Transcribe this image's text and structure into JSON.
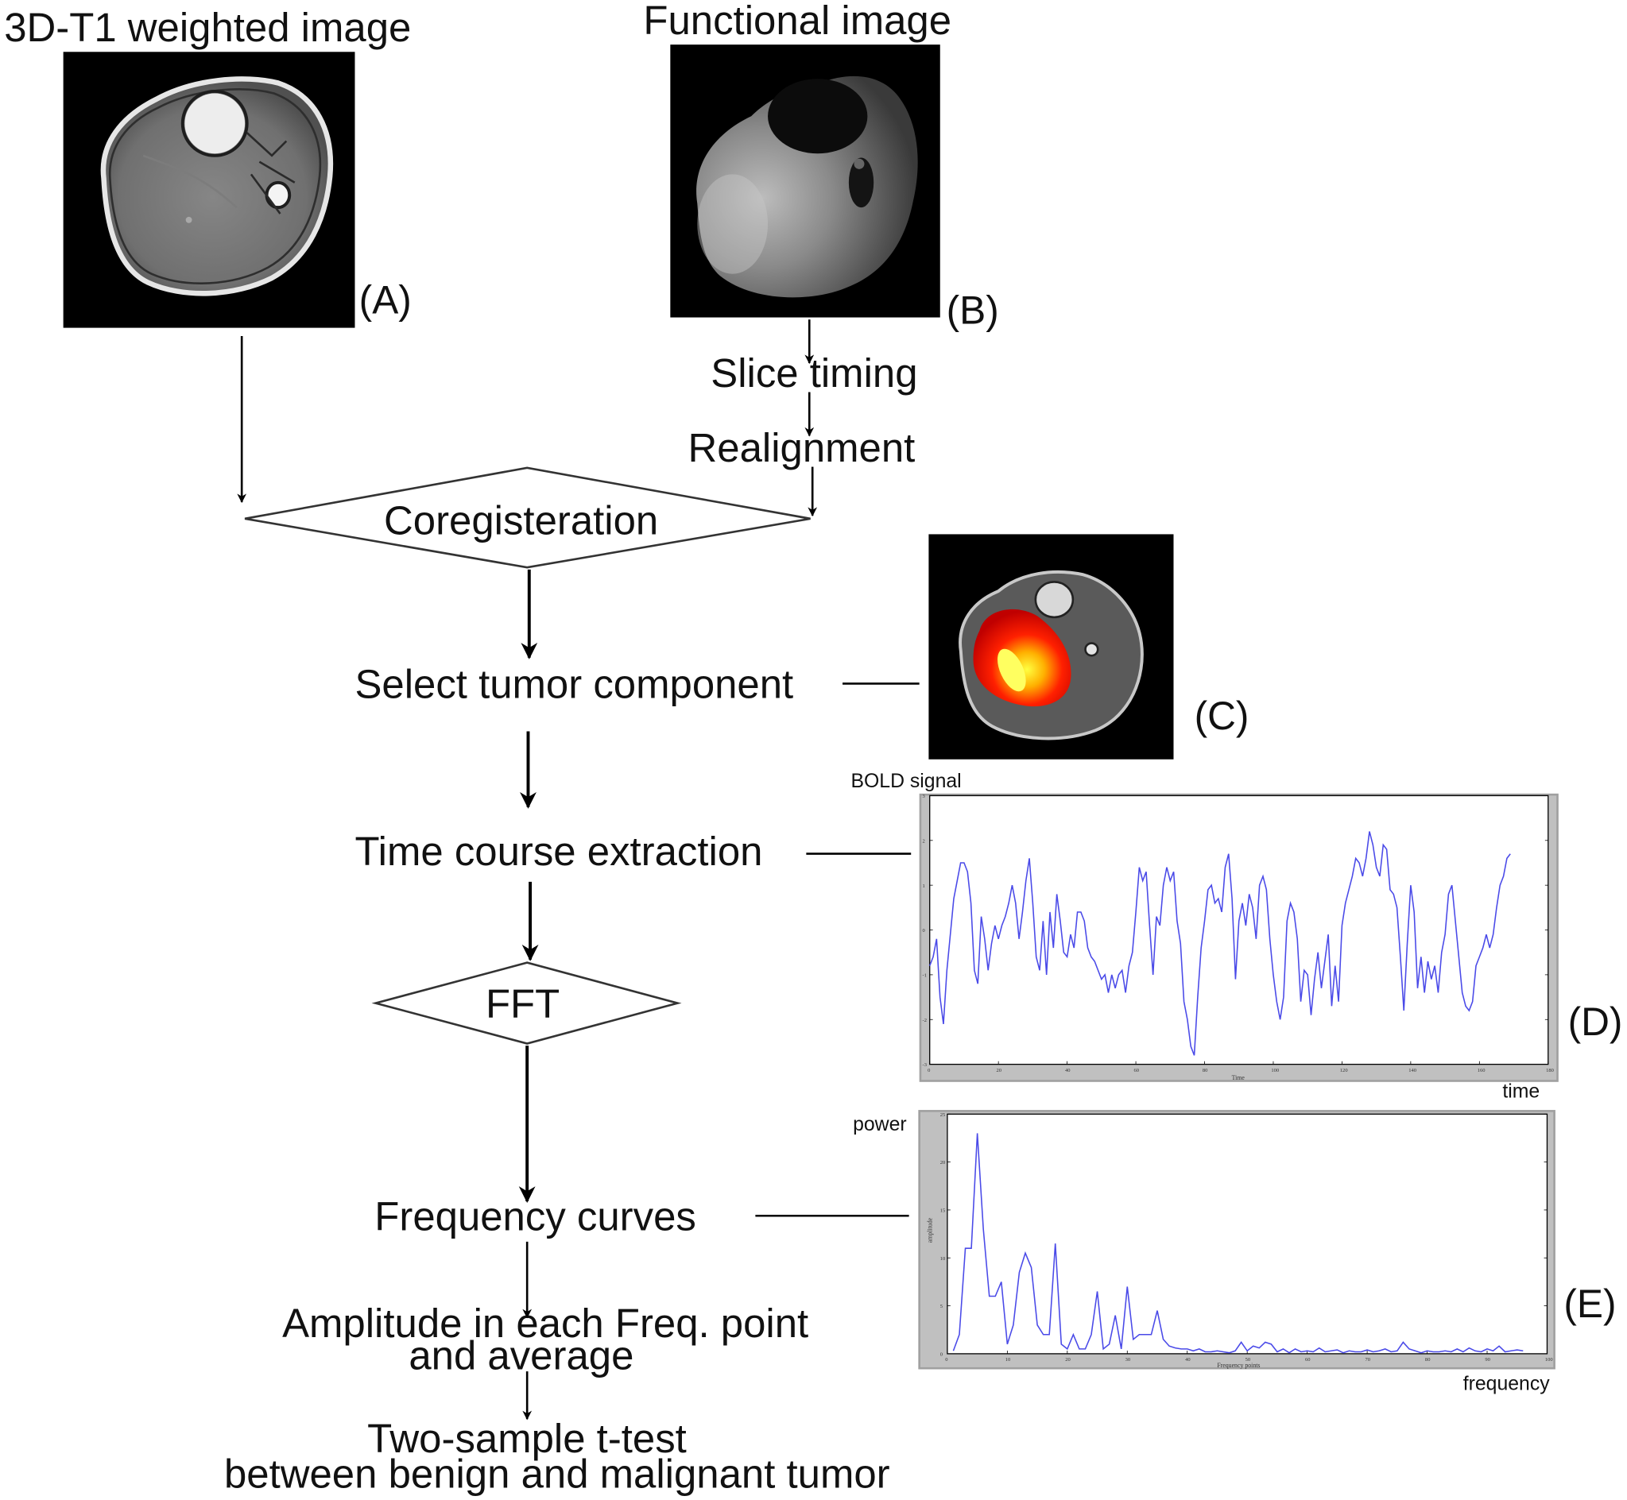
{
  "labels": {
    "t1_title": "3D-T1 weighted image",
    "func_title": "Functional image",
    "panel_a": "(A)",
    "panel_b": "(B)",
    "panel_c": "(C)",
    "panel_d": "(D)",
    "panel_e": "(E)"
  },
  "steps": {
    "slice_timing": "Slice timing",
    "realignment": "Realignment",
    "coregistration": "Coregisteration",
    "select_tumor": "Select tumor component",
    "time_course": "Time course extraction",
    "fft": "FFT",
    "frequency_curves": "Frequency curves",
    "amplitude_line1": "Amplitude in each Freq. point",
    "amplitude_line2": "and average",
    "ttest_line1": "Two-sample t-test",
    "ttest_line2": "between benign and malignant tumor"
  },
  "chart_data": [
    {
      "type": "line",
      "outer_ylabel": "BOLD signal",
      "outer_xlabel": "time",
      "xlabel": "Time",
      "ylabel": "",
      "xlim": [
        0,
        180
      ],
      "ylim": [
        -3,
        3
      ],
      "xticks": [
        0,
        20,
        40,
        60,
        80,
        100,
        120,
        140,
        160,
        180
      ],
      "yticks": [
        3,
        2,
        1,
        0,
        -1,
        -2,
        -3
      ],
      "color": "#4a4ae8",
      "x": [
        0,
        1,
        2,
        3,
        4,
        5,
        6,
        7,
        8,
        9,
        10,
        11,
        12,
        13,
        14,
        15,
        16,
        17,
        18,
        19,
        20,
        21,
        22,
        23,
        24,
        25,
        26,
        27,
        28,
        29,
        30,
        31,
        32,
        33,
        34,
        35,
        36,
        37,
        38,
        39,
        40,
        41,
        42,
        43,
        44,
        45,
        46,
        47,
        48,
        49,
        50,
        51,
        52,
        53,
        54,
        55,
        56,
        57,
        58,
        59,
        60,
        61,
        62,
        63,
        64,
        65,
        66,
        67,
        68,
        69,
        70,
        71,
        72,
        73,
        74,
        75,
        76,
        77,
        78,
        79,
        80,
        81,
        82,
        83,
        84,
        85,
        86,
        87,
        88,
        89,
        90,
        91,
        92,
        93,
        94,
        95,
        96,
        97,
        98,
        99,
        100,
        101,
        102,
        103,
        104,
        105,
        106,
        107,
        108,
        109,
        110,
        111,
        112,
        113,
        114,
        115,
        116,
        117,
        118,
        119,
        120,
        121,
        122,
        123,
        124,
        125,
        126,
        127,
        128,
        129,
        130,
        131,
        132,
        133,
        134,
        135,
        136,
        137,
        138,
        139,
        140,
        141,
        142,
        143,
        144,
        145,
        146,
        147,
        148,
        149,
        150,
        151,
        152,
        153,
        154,
        155,
        156,
        157,
        158,
        159,
        160,
        161,
        162,
        163,
        164,
        165,
        166,
        167,
        168,
        169,
        170,
        171,
        172,
        173
      ],
      "values": [
        -0.8,
        -0.6,
        -0.2,
        -1.5,
        -2.1,
        -0.9,
        -0.1,
        0.7,
        1.1,
        1.5,
        1.5,
        1.3,
        0.6,
        -0.9,
        -1.2,
        0.3,
        -0.2,
        -0.9,
        -0.3,
        0.1,
        -0.2,
        0.1,
        0.3,
        0.6,
        1.0,
        0.6,
        -0.2,
        0.4,
        1.1,
        1.6,
        0.6,
        -0.6,
        -0.9,
        0.2,
        -1.0,
        0.4,
        -0.4,
        0.8,
        0.2,
        -0.5,
        -0.6,
        -0.1,
        -0.4,
        0.4,
        0.4,
        0.2,
        -0.4,
        -0.6,
        -0.7,
        -0.9,
        -1.1,
        -1.0,
        -1.4,
        -1.0,
        -1.3,
        -1.0,
        -0.9,
        -1.4,
        -0.8,
        -0.5,
        0.4,
        1.4,
        1.1,
        1.3,
        0.1,
        -1.0,
        0.3,
        0.1,
        1.0,
        1.4,
        1.1,
        1.3,
        0.2,
        -0.3,
        -1.6,
        -2.0,
        -2.6,
        -2.8,
        -1.5,
        -0.4,
        0.2,
        0.9,
        1.0,
        0.6,
        0.7,
        0.4,
        1.4,
        1.7,
        0.7,
        -1.1,
        0.2,
        0.6,
        0.1,
        0.8,
        0.5,
        -0.2,
        1.0,
        1.2,
        0.9,
        -0.2,
        -1.0,
        -1.6,
        -2.0,
        -1.5,
        0.2,
        0.6,
        0.4,
        -0.2,
        -1.6,
        -0.9,
        -1.0,
        -1.9,
        -1.1,
        -0.5,
        -1.3,
        -0.7,
        -0.1,
        -1.7,
        -0.8,
        -1.6,
        0.1,
        0.6,
        0.9,
        1.2,
        1.6,
        1.5,
        1.2,
        1.6,
        2.2,
        1.9,
        1.4,
        1.2,
        1.9,
        1.8,
        0.9,
        0.8,
        0.5,
        -0.6,
        -1.8,
        -0.3,
        1.0,
        0.4,
        -1.3,
        -0.6,
        -1.4,
        -0.7,
        -1.1,
        -0.8,
        -1.4,
        -0.5,
        -0.1,
        0.8,
        1.0,
        0.2,
        -0.6,
        -1.4,
        -1.7,
        -1.8,
        -1.6,
        -0.8,
        -0.6,
        -0.4,
        -0.1,
        -0.4,
        -0.1,
        0.5,
        1.0,
        1.2,
        1.6,
        1.7
      ]
    },
    {
      "type": "line",
      "outer_ylabel": "power",
      "outer_xlabel": "frequency",
      "xlabel": "Frequency points",
      "ylabel": "amplitude",
      "xlim": [
        0,
        100
      ],
      "ylim": [
        0,
        25
      ],
      "xticks": [
        0,
        10,
        20,
        30,
        40,
        50,
        60,
        70,
        80,
        90,
        100
      ],
      "yticks": [
        25,
        20,
        15,
        10,
        5,
        0
      ],
      "color": "#4a4ae8",
      "x": [
        1,
        2,
        3,
        4,
        5,
        6,
        7,
        8,
        9,
        10,
        11,
        12,
        13,
        14,
        15,
        16,
        17,
        18,
        19,
        20,
        21,
        22,
        23,
        24,
        25,
        26,
        27,
        28,
        29,
        30,
        31,
        32,
        33,
        34,
        35,
        36,
        37,
        38,
        39,
        40,
        41,
        42,
        43,
        44,
        45,
        46,
        47,
        48,
        49,
        50,
        51,
        52,
        53,
        54,
        55,
        56,
        57,
        58,
        59,
        60,
        61,
        62,
        63,
        64,
        65,
        66,
        67,
        68,
        69,
        70,
        71,
        72,
        73,
        74,
        75,
        76,
        77,
        78,
        79,
        80,
        81,
        82,
        83,
        84,
        85,
        86,
        87,
        88,
        89,
        90,
        91,
        92,
        93,
        94,
        95,
        96
      ],
      "values": [
        0.3,
        2,
        11,
        11,
        23,
        13,
        6,
        6,
        7.5,
        1,
        3,
        8.5,
        10.5,
        9,
        3,
        2,
        2,
        11.5,
        1,
        0.5,
        2,
        0.5,
        0.5,
        2,
        6.5,
        0.5,
        1,
        4,
        0.5,
        7,
        1.5,
        2,
        2,
        2,
        4.5,
        1.5,
        0.8,
        0.6,
        0.5,
        0.5,
        0.3,
        0.5,
        0.2,
        0.2,
        0.3,
        0.2,
        0.1,
        0.3,
        1.2,
        0.3,
        0.8,
        0.6,
        1.2,
        1,
        0.2,
        0.5,
        0.1,
        0.5,
        0.2,
        0.3,
        0.2,
        0.6,
        0.2,
        0.3,
        0.4,
        0.1,
        0.3,
        0.2,
        0.2,
        0.4,
        0.2,
        0.3,
        0.5,
        0.2,
        0.3,
        1.2,
        0.5,
        0.3,
        0.1,
        0.3,
        0.2,
        0.2,
        0.3,
        0.2,
        0.5,
        0.2,
        0.6,
        0.3,
        0.2,
        0.5,
        0.3,
        0.8,
        0.2,
        0.3,
        0.4,
        0.3
      ]
    }
  ]
}
